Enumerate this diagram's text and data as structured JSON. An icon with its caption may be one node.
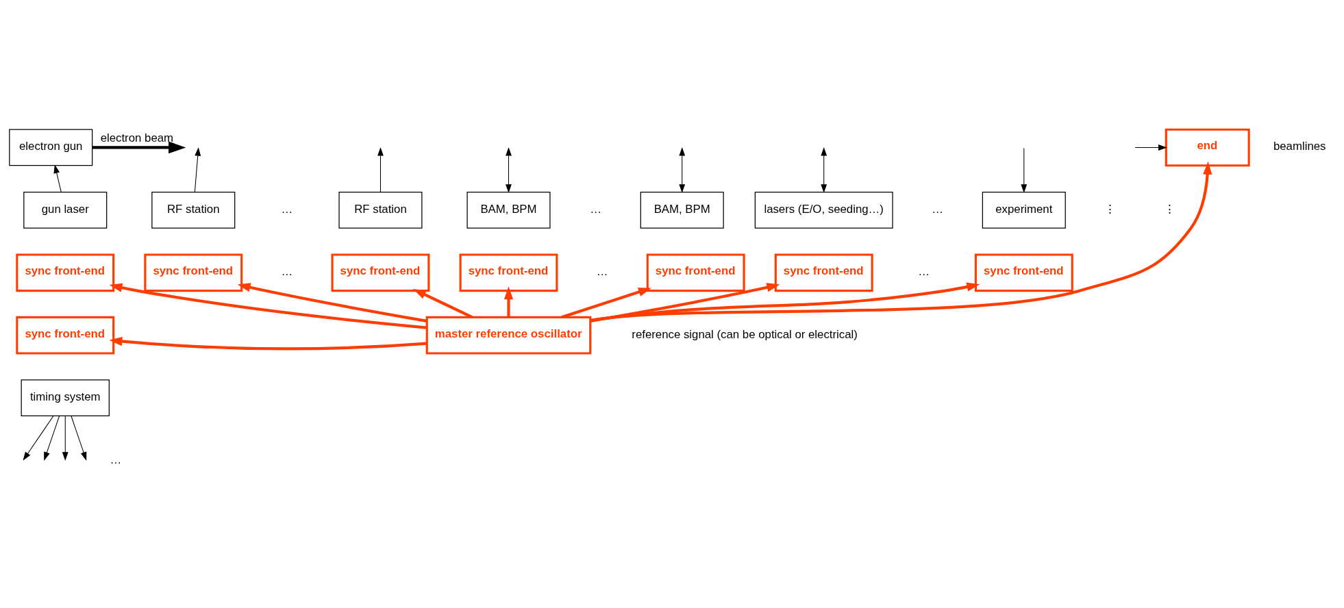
{
  "diagram": {
    "nodes": [
      {
        "text": [
          "electron gun"
        ]
      },
      {
        "text": [
          "gun laser"
        ]
      },
      {
        "text": [
          "sync front-end"
        ]
      },
      {
        "text": [
          "RF station"
        ]
      },
      {
        "text": [
          "sync front-end"
        ]
      },
      {
        "text": [
          "RF station"
        ]
      },
      {
        "text": [
          "sync front-end"
        ]
      },
      {
        "text": [
          "BAM, BPM"
        ]
      },
      {
        "text": [
          "sync front-end"
        ]
      },
      {
        "text": [
          "BAM, BPM"
        ]
      },
      {
        "text": [
          "sync front-end"
        ]
      },
      {
        "text": [
          "lasers (E/O, seeding…)"
        ]
      },
      {
        "text": [
          "sync front-end"
        ]
      },
      {
        "text": [
          "experiment"
        ]
      },
      {
        "text": [
          "sync front-end"
        ]
      },
      {
        "text": [
          "end"
        ]
      },
      {
        "text": [
          "sync front-end"
        ]
      },
      {
        "text": [
          "timing system"
        ]
      },
      {
        "text": [
          "master reference oscillator"
        ]
      }
    ],
    "edges": [
      {
        "from": 0,
        "to": null,
        "arrow": "to",
        "label": "electron beam",
        "style": "thick"
      },
      {
        "from": null,
        "to": 15,
        "arrow": "to"
      },
      {
        "from": null,
        "to": 13,
        "arrow": "to"
      },
      {
        "from": 1,
        "to": 0,
        "arrow": "to"
      },
      {
        "from": 3,
        "to": null,
        "arrow": "to"
      },
      {
        "from": 5,
        "to": null,
        "arrow": "to"
      },
      {
        "from": 7,
        "to": null,
        "arrow": "both"
      },
      {
        "from": 9,
        "to": null,
        "arrow": "both"
      },
      {
        "from": 11,
        "to": null,
        "arrow": "both"
      },
      {
        "from": 18,
        "to": 2,
        "arrow": "to",
        "style": "thick",
        "color": "#ff3d00"
      },
      {
        "from": 18,
        "to": 4,
        "arrow": "to",
        "style": "thick",
        "color": "#ff3d00"
      },
      {
        "from": 18,
        "to": 6,
        "arrow": "to",
        "style": "thick",
        "color": "#ff3d00"
      },
      {
        "from": 18,
        "to": 8,
        "arrow": "to",
        "style": "thick",
        "color": "#ff3d00"
      },
      {
        "from": 18,
        "to": 10,
        "arrow": "to",
        "style": "thick",
        "color": "#ff3d00"
      },
      {
        "from": 18,
        "to": 12,
        "arrow": "to",
        "style": "thick",
        "color": "#ff3d00"
      },
      {
        "from": 18,
        "to": 14,
        "arrow": "to",
        "style": "thick",
        "color": "#ff3d00"
      },
      {
        "from": 18,
        "to": 15,
        "arrow": "to",
        "style": "thick",
        "color": "#ff3d00"
      },
      {
        "from": 18,
        "to": 16,
        "arrow": "to",
        "style": "thick",
        "color": "#ff3d00"
      },
      {
        "from": 17,
        "to": null,
        "arrow": "to"
      },
      {
        "from": 17,
        "to": null,
        "arrow": "to"
      },
      {
        "from": 17,
        "to": null,
        "arrow": "to"
      },
      {
        "from": 17,
        "to": null,
        "arrow": "to"
      }
    ],
    "labels": [
      "beamlines",
      "⋮",
      "⋮",
      "…",
      "…",
      "…",
      "…",
      "…",
      "…",
      "reference signal (can be optical or electrical)",
      "…"
    ]
  }
}
